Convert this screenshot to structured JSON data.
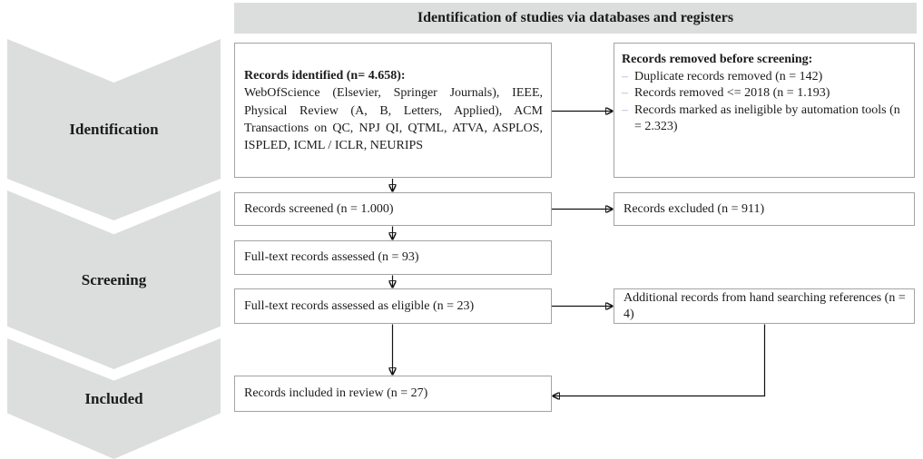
{
  "header": {
    "title": "Identification of studies via databases and registers"
  },
  "stages": [
    {
      "label": "Identification"
    },
    {
      "label": "Screening"
    },
    {
      "label": "Included"
    }
  ],
  "bullet_glyph": "–",
  "boxes": {
    "records_identified": {
      "title": "Records identified (n= 4.658):",
      "body": "WebOfScience (Elsevier, Springer Journals), IEEE, Physical Review (A, B, Letters, Applied), ACM Transactions on QC, NPJ QI, QTML, ATVA, ASPLOS, ISPLED, ICML / ICLR, NEURIPS"
    },
    "records_removed": {
      "title": "Records removed before screening:",
      "items": [
        "Duplicate records removed (n = 142)",
        "Records removed <= 2018 (n = 1.193)",
        "Records marked as ineligible by automation tools (n = 2.323)"
      ]
    },
    "records_screened": {
      "text": "Records screened (n = 1.000)"
    },
    "records_excluded": {
      "text": "Records excluded (n = 911)"
    },
    "fulltext_assessed": {
      "text": "Full-text records assessed (n = 93)"
    },
    "fulltext_eligible": {
      "text": "Full-text records assessed as eligible (n = 23)"
    },
    "additional_records": {
      "text": "Additional records from hand searching references (n = 4)"
    },
    "records_included": {
      "text": "Records included in review (n = 27)"
    }
  },
  "colors": {
    "band_gray": "#dcdedd",
    "box_border": "#a3a3a3",
    "bullet_blue": "#a4b2d0",
    "arrow": "#111111",
    "text": "#1b1b1b"
  }
}
